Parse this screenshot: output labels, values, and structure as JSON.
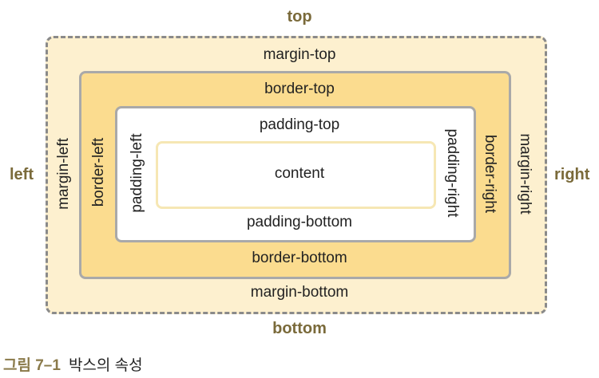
{
  "diagram": {
    "outer_labels": {
      "top": "top",
      "bottom": "bottom",
      "left": "left",
      "right": "right"
    },
    "margin": {
      "top": "margin-top",
      "bottom": "margin-bottom",
      "left": "margin-left",
      "right": "margin-right"
    },
    "border": {
      "top": "border-top",
      "bottom": "border-bottom",
      "left": "border-left",
      "right": "border-right"
    },
    "padding": {
      "top": "padding-top",
      "bottom": "padding-bottom",
      "left": "padding-left",
      "right": "padding-right"
    },
    "content": "content"
  },
  "caption": {
    "figure_number": "그림 7–1",
    "title": "박스의 속성"
  },
  "colors": {
    "margin_fill": "#fdf0cf",
    "border_fill": "#fbdc8f",
    "padding_fill": "#ffffff",
    "outline": "#a9a9a9",
    "dashed_outline": "#8a8a8a",
    "side_label": "#7a6a3a"
  }
}
